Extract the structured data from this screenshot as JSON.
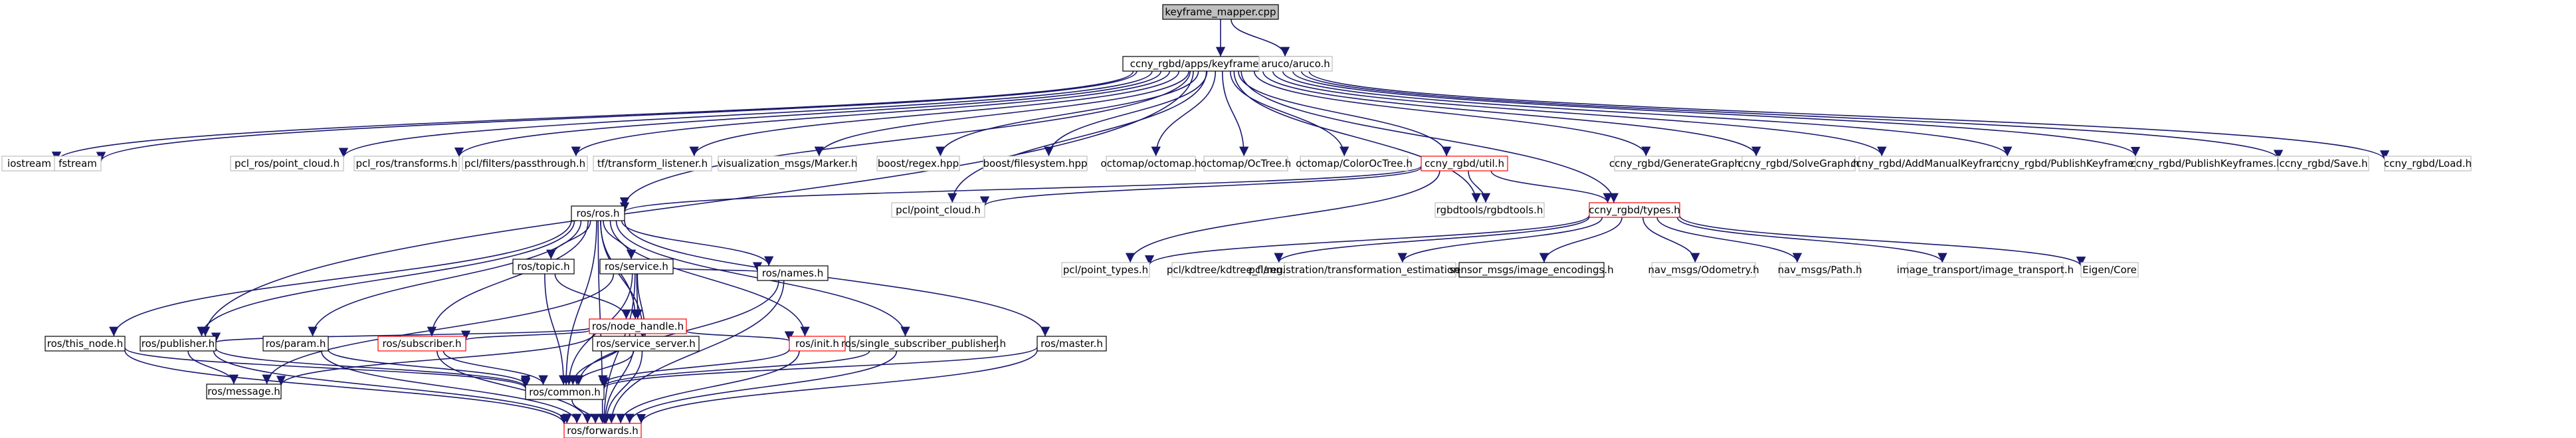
{
  "colors": {
    "edge": "#191970",
    "box_default": "#000000",
    "box_light": "#bfbfbf",
    "box_red": "#ff0000",
    "root_fill": "#bfbfbf"
  },
  "nodes": [
    {
      "id": "root",
      "label": "keyframe_mapper.cpp",
      "style": "root"
    },
    {
      "id": "kfm_h",
      "label": "ccny_rgbd/apps/keyframe_mapper.h",
      "style": "default"
    },
    {
      "id": "aruco",
      "label": "aruco/aruco.h",
      "style": "light"
    },
    {
      "id": "iostream",
      "label": "iostream",
      "style": "light"
    },
    {
      "id": "fstream",
      "label": "fstream",
      "style": "light"
    },
    {
      "id": "pcl_ros_pc",
      "label": "pcl_ros/point_cloud.h",
      "style": "light"
    },
    {
      "id": "pcl_ros_tf",
      "label": "pcl_ros/transforms.h",
      "style": "light"
    },
    {
      "id": "pcl_pass",
      "label": "pcl/filters/passthrough.h",
      "style": "light"
    },
    {
      "id": "tf_listener",
      "label": "tf/transform_listener.h",
      "style": "light"
    },
    {
      "id": "vis_marker",
      "label": "visualization_msgs/Marker.h",
      "style": "light"
    },
    {
      "id": "boost_regex",
      "label": "boost/regex.hpp",
      "style": "light"
    },
    {
      "id": "boost_fs",
      "label": "boost/filesystem.hpp",
      "style": "light"
    },
    {
      "id": "octomap",
      "label": "octomap/octomap.h",
      "style": "light"
    },
    {
      "id": "octree",
      "label": "octomap/OcTree.h",
      "style": "light"
    },
    {
      "id": "coloroctree",
      "label": "octomap/ColorOcTree.h",
      "style": "light"
    },
    {
      "id": "util",
      "label": "ccny_rgbd/util.h",
      "style": "red"
    },
    {
      "id": "gengraph",
      "label": "ccny_rgbd/GenerateGraph.h",
      "style": "light"
    },
    {
      "id": "solvegraph",
      "label": "ccny_rgbd/SolveGraph.h",
      "style": "light"
    },
    {
      "id": "addmanual",
      "label": "ccny_rgbd/AddManualKeyframe.h",
      "style": "light"
    },
    {
      "id": "pubkf",
      "label": "ccny_rgbd/PublishKeyframe.h",
      "style": "light"
    },
    {
      "id": "pubkfs",
      "label": "ccny_rgbd/PublishKeyframes.h",
      "style": "light"
    },
    {
      "id": "save",
      "label": "ccny_rgbd/Save.h",
      "style": "light"
    },
    {
      "id": "load",
      "label": "ccny_rgbd/Load.h",
      "style": "light"
    },
    {
      "id": "pcl_pc",
      "label": "pcl/point_cloud.h",
      "style": "light"
    },
    {
      "id": "rostools",
      "label": "rgbdtools/rgbdtools.h",
      "style": "light"
    },
    {
      "id": "types",
      "label": "ccny_rgbd/types.h",
      "style": "red"
    },
    {
      "id": "ros_ros",
      "label": "ros/ros.h",
      "style": "default"
    },
    {
      "id": "ros_topic",
      "label": "ros/topic.h",
      "style": "default"
    },
    {
      "id": "ros_service",
      "label": "ros/service.h",
      "style": "default"
    },
    {
      "id": "ros_nh",
      "label": "ros/node_handle.h",
      "style": "red"
    },
    {
      "id": "ros_names",
      "label": "ros/names.h",
      "style": "default"
    },
    {
      "id": "ros_this_node",
      "label": "ros/this_node.h",
      "style": "default"
    },
    {
      "id": "ros_publisher",
      "label": "ros/publisher.h",
      "style": "default"
    },
    {
      "id": "ros_param",
      "label": "ros/param.h",
      "style": "default"
    },
    {
      "id": "ros_subscriber",
      "label": "ros/subscriber.h",
      "style": "red"
    },
    {
      "id": "ros_srv_server",
      "label": "ros/service_server.h",
      "style": "default"
    },
    {
      "id": "ros_init",
      "label": "ros/init.h",
      "style": "red"
    },
    {
      "id": "ros_ssp",
      "label": "ros/single_subscriber_publisher.h",
      "style": "default"
    },
    {
      "id": "ros_master",
      "label": "ros/master.h",
      "style": "default"
    },
    {
      "id": "ros_message",
      "label": "ros/message.h",
      "style": "default"
    },
    {
      "id": "ros_common",
      "label": "ros/common.h",
      "style": "default"
    },
    {
      "id": "ros_forwards",
      "label": "ros/forwards.h",
      "style": "red"
    },
    {
      "id": "pcl_point_types",
      "label": "pcl/point_types.h",
      "style": "light"
    },
    {
      "id": "pcl_kdtree",
      "label": "pcl/kdtree/kdtree_flann.h",
      "style": "light"
    },
    {
      "id": "pcl_reg",
      "label": "pcl/registration/transformation_estimation_svd.h",
      "style": "light"
    },
    {
      "id": "img_enc",
      "label": "sensor_msgs/image_encodings.h",
      "style": "default"
    },
    {
      "id": "odom",
      "label": "nav_msgs/Odometry.h",
      "style": "light"
    },
    {
      "id": "path",
      "label": "nav_msgs/Path.h",
      "style": "light"
    },
    {
      "id": "img_transport",
      "label": "image_transport/image_transport.h",
      "style": "light"
    },
    {
      "id": "eigen",
      "label": "Eigen/Core",
      "style": "light"
    }
  ],
  "edges": [
    [
      "root",
      "kfm_h"
    ],
    [
      "root",
      "aruco"
    ],
    [
      "kfm_h",
      "iostream"
    ],
    [
      "kfm_h",
      "fstream"
    ],
    [
      "kfm_h",
      "pcl_ros_pc"
    ],
    [
      "kfm_h",
      "pcl_ros_tf"
    ],
    [
      "kfm_h",
      "pcl_pass"
    ],
    [
      "kfm_h",
      "tf_listener"
    ],
    [
      "kfm_h",
      "vis_marker"
    ],
    [
      "kfm_h",
      "boost_regex"
    ],
    [
      "kfm_h",
      "boost_fs"
    ],
    [
      "kfm_h",
      "octomap"
    ],
    [
      "kfm_h",
      "octree"
    ],
    [
      "kfm_h",
      "coloroctree"
    ],
    [
      "kfm_h",
      "util"
    ],
    [
      "kfm_h",
      "gengraph"
    ],
    [
      "kfm_h",
      "solvegraph"
    ],
    [
      "kfm_h",
      "addmanual"
    ],
    [
      "kfm_h",
      "pubkf"
    ],
    [
      "kfm_h",
      "pubkfs"
    ],
    [
      "kfm_h",
      "save"
    ],
    [
      "kfm_h",
      "load"
    ],
    [
      "kfm_h",
      "ros_ros"
    ],
    [
      "kfm_h",
      "pcl_pc"
    ],
    [
      "kfm_h",
      "rostools"
    ],
    [
      "kfm_h",
      "types"
    ],
    [
      "kfm_h",
      "ros_publisher"
    ],
    [
      "util",
      "ros_ros"
    ],
    [
      "util",
      "pcl_pc"
    ],
    [
      "util",
      "rostools"
    ],
    [
      "util",
      "types"
    ],
    [
      "util",
      "pcl_point_types"
    ],
    [
      "types",
      "pcl_point_types"
    ],
    [
      "types",
      "pcl_kdtree"
    ],
    [
      "types",
      "pcl_reg"
    ],
    [
      "types",
      "img_enc"
    ],
    [
      "types",
      "odom"
    ],
    [
      "types",
      "path"
    ],
    [
      "types",
      "img_transport"
    ],
    [
      "types",
      "eigen"
    ],
    [
      "ros_ros",
      "ros_topic"
    ],
    [
      "ros_ros",
      "ros_service"
    ],
    [
      "ros_ros",
      "ros_nh"
    ],
    [
      "ros_ros",
      "ros_names"
    ],
    [
      "ros_ros",
      "ros_this_node"
    ],
    [
      "ros_ros",
      "ros_publisher"
    ],
    [
      "ros_ros",
      "ros_param"
    ],
    [
      "ros_ros",
      "ros_subscriber"
    ],
    [
      "ros_ros",
      "ros_srv_server"
    ],
    [
      "ros_ros",
      "ros_init"
    ],
    [
      "ros_ros",
      "ros_ssp"
    ],
    [
      "ros_ros",
      "ros_master"
    ],
    [
      "ros_ros",
      "ros_common"
    ],
    [
      "ros_ros",
      "ros_forwards"
    ],
    [
      "ros_topic",
      "ros_nh"
    ],
    [
      "ros_topic",
      "ros_common"
    ],
    [
      "ros_service",
      "ros_nh"
    ],
    [
      "ros_service",
      "ros_names"
    ],
    [
      "ros_service",
      "ros_srv_server"
    ],
    [
      "ros_service",
      "ros_message"
    ],
    [
      "ros_service",
      "ros_common"
    ],
    [
      "ros_service",
      "ros_forwards"
    ],
    [
      "ros_nh",
      "ros_publisher"
    ],
    [
      "ros_nh",
      "ros_subscriber"
    ],
    [
      "ros_nh",
      "ros_srv_server"
    ],
    [
      "ros_nh",
      "ros_init"
    ],
    [
      "ros_nh",
      "ros_message"
    ],
    [
      "ros_nh",
      "ros_common"
    ],
    [
      "ros_nh",
      "ros_forwards"
    ],
    [
      "ros_names",
      "ros_common"
    ],
    [
      "ros_names",
      "ros_forwards"
    ],
    [
      "ros_this_node",
      "ros_common"
    ],
    [
      "ros_this_node",
      "ros_forwards"
    ],
    [
      "ros_publisher",
      "ros_message"
    ],
    [
      "ros_publisher",
      "ros_common"
    ],
    [
      "ros_publisher",
      "ros_forwards"
    ],
    [
      "ros_param",
      "ros_common"
    ],
    [
      "ros_param",
      "ros_forwards"
    ],
    [
      "ros_subscriber",
      "ros_common"
    ],
    [
      "ros_subscriber",
      "ros_forwards"
    ],
    [
      "ros_srv_server",
      "ros_common"
    ],
    [
      "ros_srv_server",
      "ros_forwards"
    ],
    [
      "ros_init",
      "ros_common"
    ],
    [
      "ros_init",
      "ros_forwards"
    ],
    [
      "ros_ssp",
      "ros_common"
    ],
    [
      "ros_ssp",
      "ros_forwards"
    ],
    [
      "ros_master",
      "ros_common"
    ],
    [
      "ros_master",
      "ros_forwards"
    ],
    [
      "ros_common",
      "ros_forwards"
    ]
  ]
}
